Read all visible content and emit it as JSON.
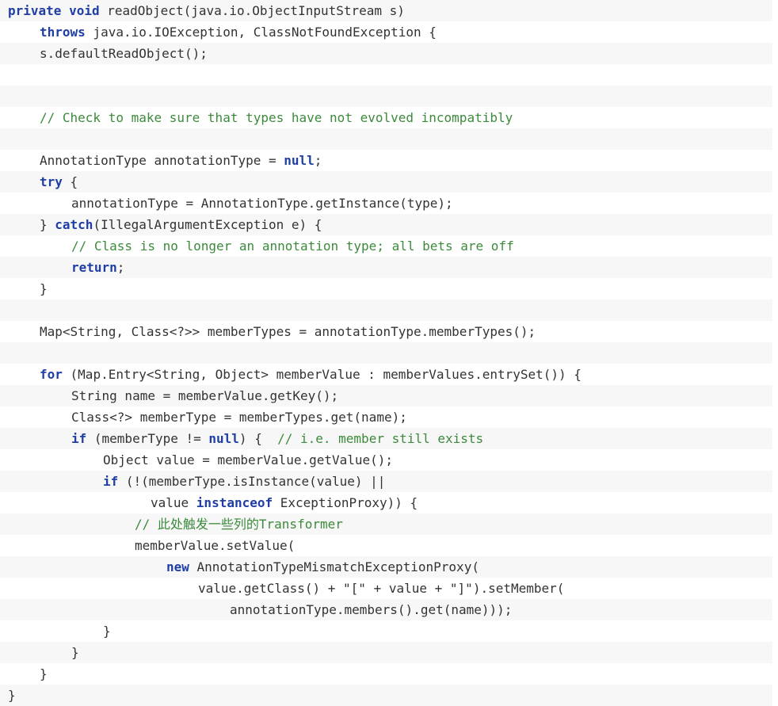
{
  "code": {
    "lines": [
      {
        "indent": 0,
        "tokens": [
          {
            "t": "kw",
            "v": "private"
          },
          {
            "t": "plain",
            "v": " "
          },
          {
            "t": "kw",
            "v": "void"
          },
          {
            "t": "plain",
            "v": " readObject(java.io.ObjectInputStream s)"
          }
        ]
      },
      {
        "indent": 1,
        "tokens": [
          {
            "t": "kw",
            "v": "throws"
          },
          {
            "t": "plain",
            "v": " java.io.IOException, ClassNotFoundException {"
          }
        ]
      },
      {
        "indent": 1,
        "tokens": [
          {
            "t": "plain",
            "v": "s.defaultReadObject();"
          }
        ]
      },
      {
        "indent": 0,
        "tokens": []
      },
      {
        "indent": 0,
        "tokens": []
      },
      {
        "indent": 1,
        "tokens": [
          {
            "t": "comment",
            "v": "// Check to make sure that types have not evolved incompatibly"
          }
        ]
      },
      {
        "indent": 0,
        "tokens": []
      },
      {
        "indent": 1,
        "tokens": [
          {
            "t": "plain",
            "v": "AnnotationType annotationType = "
          },
          {
            "t": "kw",
            "v": "null"
          },
          {
            "t": "plain",
            "v": ";"
          }
        ]
      },
      {
        "indent": 1,
        "tokens": [
          {
            "t": "kw",
            "v": "try"
          },
          {
            "t": "plain",
            "v": " {"
          }
        ]
      },
      {
        "indent": 2,
        "tokens": [
          {
            "t": "plain",
            "v": "annotationType = AnnotationType.getInstance(type);"
          }
        ]
      },
      {
        "indent": 1,
        "tokens": [
          {
            "t": "plain",
            "v": "} "
          },
          {
            "t": "kw",
            "v": "catch"
          },
          {
            "t": "plain",
            "v": "(IllegalArgumentException e) {"
          }
        ]
      },
      {
        "indent": 2,
        "tokens": [
          {
            "t": "comment",
            "v": "// Class is no longer an annotation type; all bets are off"
          }
        ]
      },
      {
        "indent": 2,
        "tokens": [
          {
            "t": "kw",
            "v": "return"
          },
          {
            "t": "plain",
            "v": ";"
          }
        ]
      },
      {
        "indent": 1,
        "tokens": [
          {
            "t": "plain",
            "v": "}"
          }
        ]
      },
      {
        "indent": 0,
        "tokens": []
      },
      {
        "indent": 1,
        "tokens": [
          {
            "t": "plain",
            "v": "Map<String, Class<?>> memberTypes = annotationType.memberTypes();"
          }
        ]
      },
      {
        "indent": 0,
        "tokens": []
      },
      {
        "indent": 1,
        "tokens": [
          {
            "t": "kw",
            "v": "for"
          },
          {
            "t": "plain",
            "v": " (Map.Entry<String, Object> memberValue : memberValues.entrySet()) {"
          }
        ]
      },
      {
        "indent": 2,
        "tokens": [
          {
            "t": "plain",
            "v": "String name = memberValue.getKey();"
          }
        ]
      },
      {
        "indent": 2,
        "tokens": [
          {
            "t": "plain",
            "v": "Class<?> memberType = memberTypes.get(name);"
          }
        ]
      },
      {
        "indent": 2,
        "tokens": [
          {
            "t": "kw",
            "v": "if"
          },
          {
            "t": "plain",
            "v": " (memberType != "
          },
          {
            "t": "kw",
            "v": "null"
          },
          {
            "t": "plain",
            "v": ") {  "
          },
          {
            "t": "comment",
            "v": "// i.e. member still exists"
          }
        ]
      },
      {
        "indent": 3,
        "tokens": [
          {
            "t": "plain",
            "v": "Object value = memberValue.getValue();"
          }
        ]
      },
      {
        "indent": 3,
        "tokens": [
          {
            "t": "kw",
            "v": "if"
          },
          {
            "t": "plain",
            "v": " (!(memberType.isInstance(value) ||"
          }
        ]
      },
      {
        "indent": 4,
        "extra": 20,
        "tokens": [
          {
            "t": "plain",
            "v": "value "
          },
          {
            "t": "kw",
            "v": "instanceof"
          },
          {
            "t": "plain",
            "v": " ExceptionProxy)) {"
          }
        ]
      },
      {
        "indent": 4,
        "tokens": [
          {
            "t": "comment",
            "v": "// 此处触发一些列的Transformer"
          }
        ]
      },
      {
        "indent": 4,
        "tokens": [
          {
            "t": "plain",
            "v": "memberValue.setValue("
          }
        ]
      },
      {
        "indent": 5,
        "tokens": [
          {
            "t": "kw",
            "v": "new"
          },
          {
            "t": "plain",
            "v": " AnnotationTypeMismatchExceptionProxy("
          }
        ]
      },
      {
        "indent": 6,
        "tokens": [
          {
            "t": "plain",
            "v": "value.getClass() + "
          },
          {
            "t": "string",
            "v": "\"[\""
          },
          {
            "t": "plain",
            "v": " + value + "
          },
          {
            "t": "string",
            "v": "\"]\""
          },
          {
            "t": "plain",
            "v": ").setMember("
          }
        ]
      },
      {
        "indent": 7,
        "tokens": [
          {
            "t": "plain",
            "v": "annotationType.members().get(name)));"
          }
        ]
      },
      {
        "indent": 3,
        "tokens": [
          {
            "t": "plain",
            "v": "}"
          }
        ]
      },
      {
        "indent": 2,
        "tokens": [
          {
            "t": "plain",
            "v": "}"
          }
        ]
      },
      {
        "indent": 1,
        "tokens": [
          {
            "t": "plain",
            "v": "}"
          }
        ]
      },
      {
        "indent": 0,
        "tokens": [
          {
            "t": "plain",
            "v": "}"
          }
        ]
      }
    ]
  },
  "colors": {
    "keyword": "#1f3ea6",
    "comment": "#3c8a3c",
    "text": "#333333",
    "stripe": "#f7f7f7"
  }
}
